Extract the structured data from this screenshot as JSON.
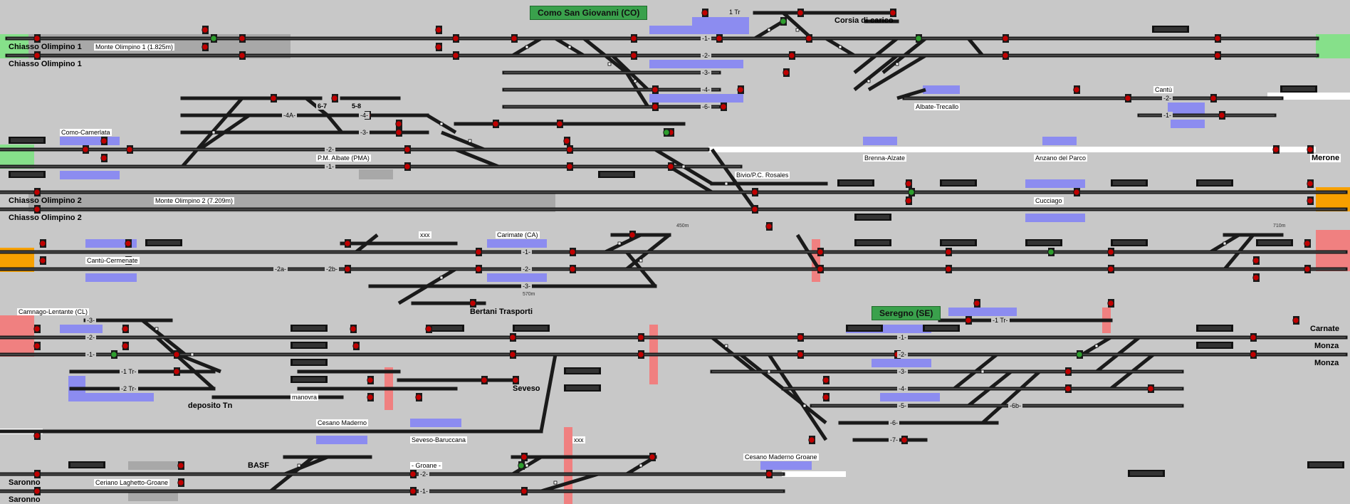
{
  "colors": {
    "background": "#c8c8c8",
    "rail": "#1a1a1a",
    "rail_inner": "#707070",
    "signal_red": "#c00000",
    "signal_green": "#2e9e2e",
    "occupied_blue": "#8c8cf0",
    "entry_green": "#86e08a",
    "entry_orange": "#f7a000",
    "entry_pink": "#f08080",
    "station_green": "#3aa14c"
  },
  "major_stations": [
    {
      "id": "como",
      "label": "Como San Giovanni (CO)"
    },
    {
      "id": "seregno",
      "label": "Seregno (SE)"
    }
  ],
  "terminals": {
    "chiasso_1a": "Chiasso Olimpino 1",
    "chiasso_1b": "Chiasso Olimpino 1",
    "chiasso_2a": "Chiasso Olimpino 2",
    "chiasso_2b": "Chiasso Olimpino 2",
    "saronno_a": "Saronno",
    "saronno_b": "Saronno",
    "corsia": "Corsia di carico",
    "merone": "Merone",
    "carnate": "Carnate",
    "monza_a": "Monza",
    "monza_b": "Monza",
    "seveso": "Seveso",
    "deposito": "deposito Tn",
    "basf": "BASF",
    "bertani": "Bertani Trasporti"
  },
  "stations": {
    "monte_olimpino_1": "Monte Olimpino 1 (1.825m)",
    "monte_olimpino_2": "Monte Olimpino 2 (7.209m)",
    "como_camerlata": "Como-Camerlata",
    "pm_albate": "P.M. Albate (PMA)",
    "bivio_rosales": "Bivio/P.C. Rosales",
    "albate_trecallo": "Albate-Trecallo",
    "cantu": "Cantù",
    "brenna_alzate": "Brenna-Alzate",
    "anzano": "Anzano del Parco",
    "cucciago": "Cucciago",
    "carimate": "Carimate (CA)",
    "cantu_cermenate": "Cantù-Cermenate",
    "camnago": "Camnago-Lentante (CL)",
    "cesano_maderno": "Cesano Maderno",
    "seveso_baruccana": "Seveso-Baruccana",
    "ceriano": "Ceriano Laghetto-Groane",
    "cesano_groane": "Cesano Maderno Groane",
    "groane": "- Groane -",
    "manovra": "manovra",
    "xxx_1": "xxx",
    "xxx_2": "xxx"
  },
  "track_numbers": {
    "co_1tr": "1 Tr",
    "co_1": "-1-",
    "co_2": "-2-",
    "co_3": "-3-",
    "co_4": "-4-",
    "co_6": "-6-",
    "ca_4a": "-4A-",
    "ca_4": "-4-",
    "ca_3": "-3-",
    "ca_67": "6-7",
    "ca_58": "5-8",
    "pma_2": "-2-",
    "pma_1": "-1-",
    "cantu_2": "-2-",
    "cantu_1": "-1-",
    "car_1": "-1-",
    "car_2": "-2-",
    "car_3": "-3-",
    "car_2a": "-2a-",
    "car_2b": "-2b-",
    "cl_3": "-3-",
    "cl_2": "-2-",
    "cl_1": "-1-",
    "cl_1tr": "-1 Tr-",
    "cl_2tr": "-2 Tr-",
    "se_1tr": "-1 Tr-",
    "se_1": "-1-",
    "se_2": "-2-",
    "se_3": "-3-",
    "se_4": "-4-",
    "se_5": "-5-",
    "se_6": "-6-",
    "se_7": "-7-",
    "se_6b": "-6b-",
    "gr_2": "-2-",
    "gr_1": "-1-"
  },
  "distances": {
    "d450": "450m",
    "d570": "570m",
    "d710": "710m"
  }
}
